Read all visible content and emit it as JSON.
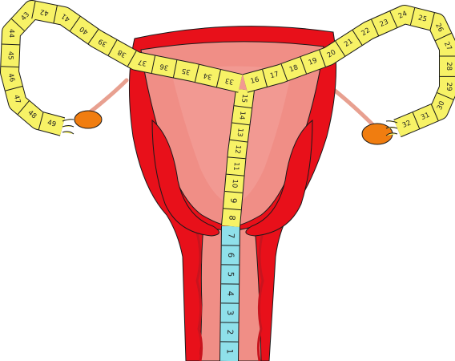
{
  "colors": {
    "outer_wall": "#e8101a",
    "cavity": "#f08e86",
    "cavity_light": "#f4a39c",
    "ovary": "#f07d10",
    "ligament": "#e8a090",
    "tape_yellow": "#f7f266",
    "tape_blue": "#8fe0ea",
    "ink": "#1a1a1a"
  },
  "tape": {
    "blue_labels": [
      "1",
      "2",
      "3",
      "4",
      "5",
      "6",
      "7"
    ],
    "central_yellow_labels": [
      "8",
      "9",
      "10",
      "11",
      "12",
      "13",
      "14",
      "15"
    ],
    "right_arm_labels": [
      "16",
      "17",
      "18",
      "19",
      "20",
      "21",
      "22",
      "23",
      "24",
      "25",
      "26",
      "27",
      "28",
      "29",
      "30",
      "31",
      "32"
    ],
    "left_arm_labels": [
      "33",
      "34",
      "35",
      "36",
      "37",
      "38",
      "39",
      "40",
      "41",
      "42",
      "43",
      "44",
      "45",
      "46",
      "47",
      "48",
      "49"
    ]
  }
}
